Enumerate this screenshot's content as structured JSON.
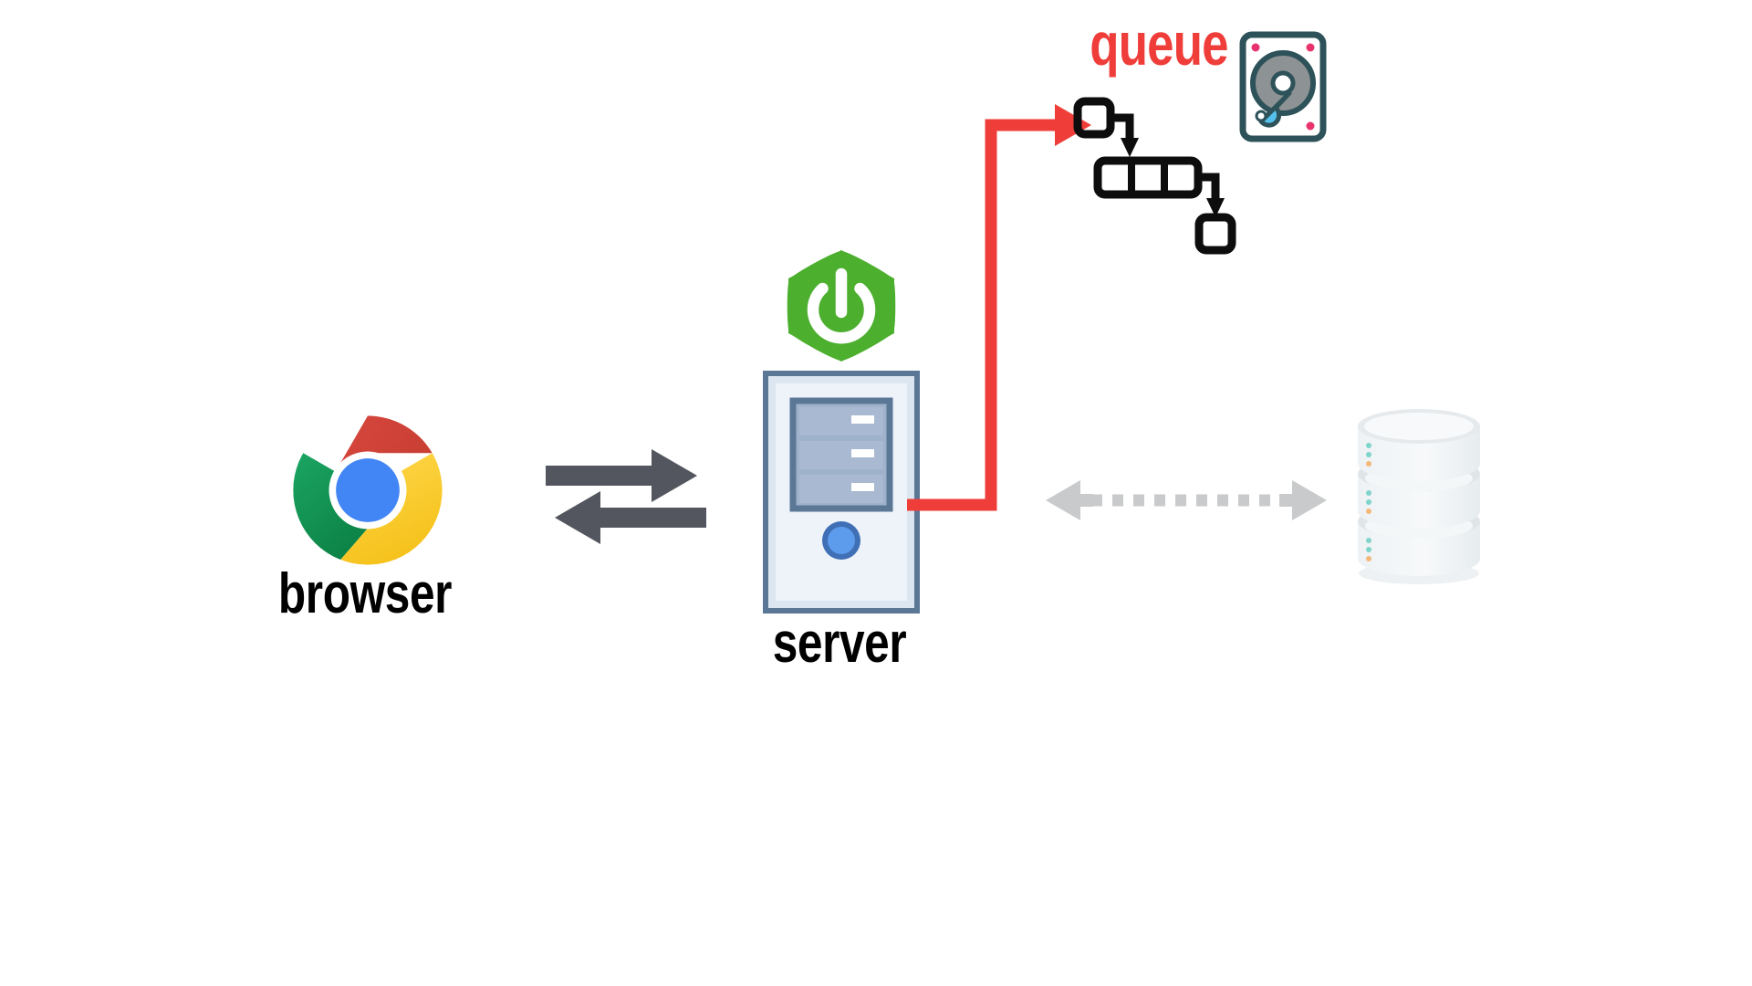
{
  "diagram": {
    "title": "Browser to Server with Queue and Database architecture",
    "background_color": "#ffffff",
    "nodes": [
      {
        "id": "browser",
        "label": "browser",
        "icon": "chrome-logo-icon",
        "description": "Google Chrome web browser client"
      },
      {
        "id": "server",
        "label": "server",
        "icon": "server-tower-icon",
        "badge_icon": "spring-boot-logo-icon",
        "description": "Spring Boot application server tower"
      },
      {
        "id": "queue",
        "label": "queue",
        "icon": "queue-blocks-icon",
        "storage_icon": "hard-disk-drive-icon",
        "description": "Message queue backed by disk storage"
      },
      {
        "id": "database",
        "label": "",
        "icon": "database-cylinder-icon",
        "description": "Stacked three-tier database cylinder"
      }
    ],
    "connections": [
      {
        "id": "browser-server",
        "from": "browser",
        "to": "server",
        "style": "solid-double-arrow",
        "direction": "bidirectional",
        "color": "#53565e"
      },
      {
        "id": "server-queue",
        "from": "server",
        "to": "queue",
        "style": "solid-elbow-arrow",
        "direction": "outgoing",
        "color": "#ef3e3a"
      },
      {
        "id": "server-database",
        "from": "server",
        "to": "database",
        "style": "dashed-double-arrow",
        "direction": "bidirectional",
        "color": "#c8cacb"
      }
    ],
    "colors": {
      "queue_label": "#ef3e3a",
      "red_arrow": "#ef3e3a",
      "gray_arrow": "#53565e",
      "dashed_arrow": "#c8cacb",
      "spring_green": "#4caf2e",
      "chrome_red": "#db4437",
      "chrome_green": "#0f9d58",
      "chrome_yellow": "#ffcd40",
      "chrome_blue": "#4285f4",
      "server_body": "#e1e9f2",
      "server_border": "#5b7796",
      "server_bay": "#9fb2cb",
      "server_button": "#5d9cec",
      "disk_outline": "#2e5259",
      "disk_platter": "#8d9294",
      "disk_arm": "#54c0eb",
      "disk_screw": "#e8336d",
      "db_body": "#f1f4f6",
      "db_top": "#e0e5e8",
      "queue_block": "#0d0d0d",
      "label_text": "#000000"
    }
  }
}
